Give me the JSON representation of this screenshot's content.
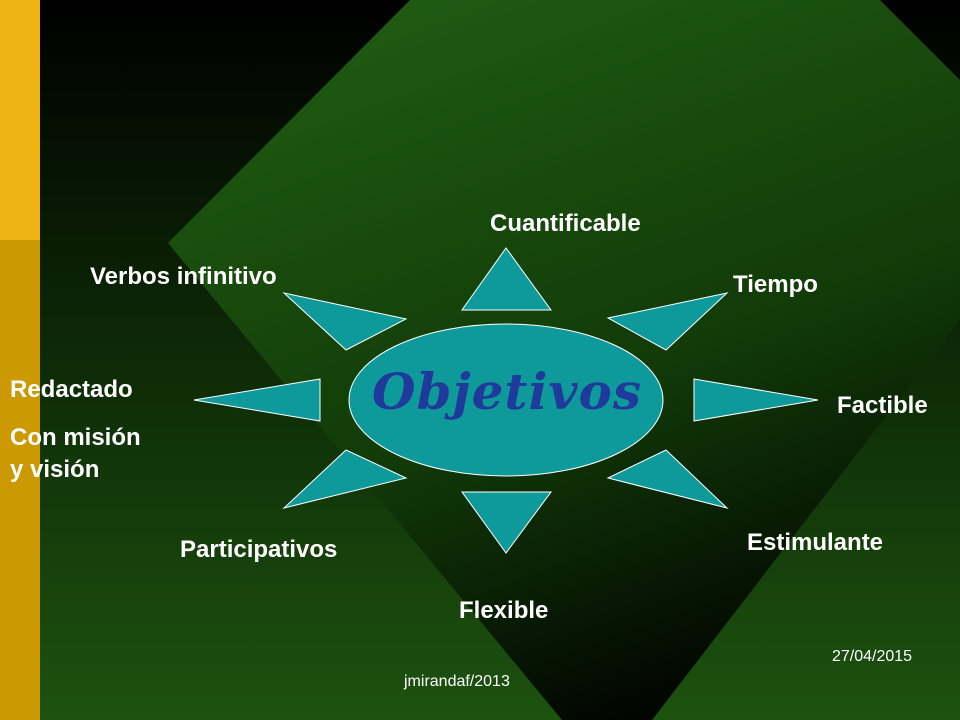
{
  "center": "Objetivos",
  "labels": {
    "top": "Cuantificable",
    "top_left": "Verbos infinitivo",
    "top_right": "Tiempo",
    "left_1": "Redactado",
    "left_2": "Con misión",
    "left_3": "y visión",
    "right": "Factible",
    "bottom_left": "Participativos",
    "bottom_right": "Estimulante",
    "bottom": "Flexible"
  },
  "footer": {
    "date": "27/04/2015",
    "author": "jmirandaf/2013"
  },
  "colors": {
    "left_bar_top": "#efb314",
    "left_bar_bottom": "#cc9900",
    "green": "#1f5510",
    "teal": "#0e9a9a"
  }
}
